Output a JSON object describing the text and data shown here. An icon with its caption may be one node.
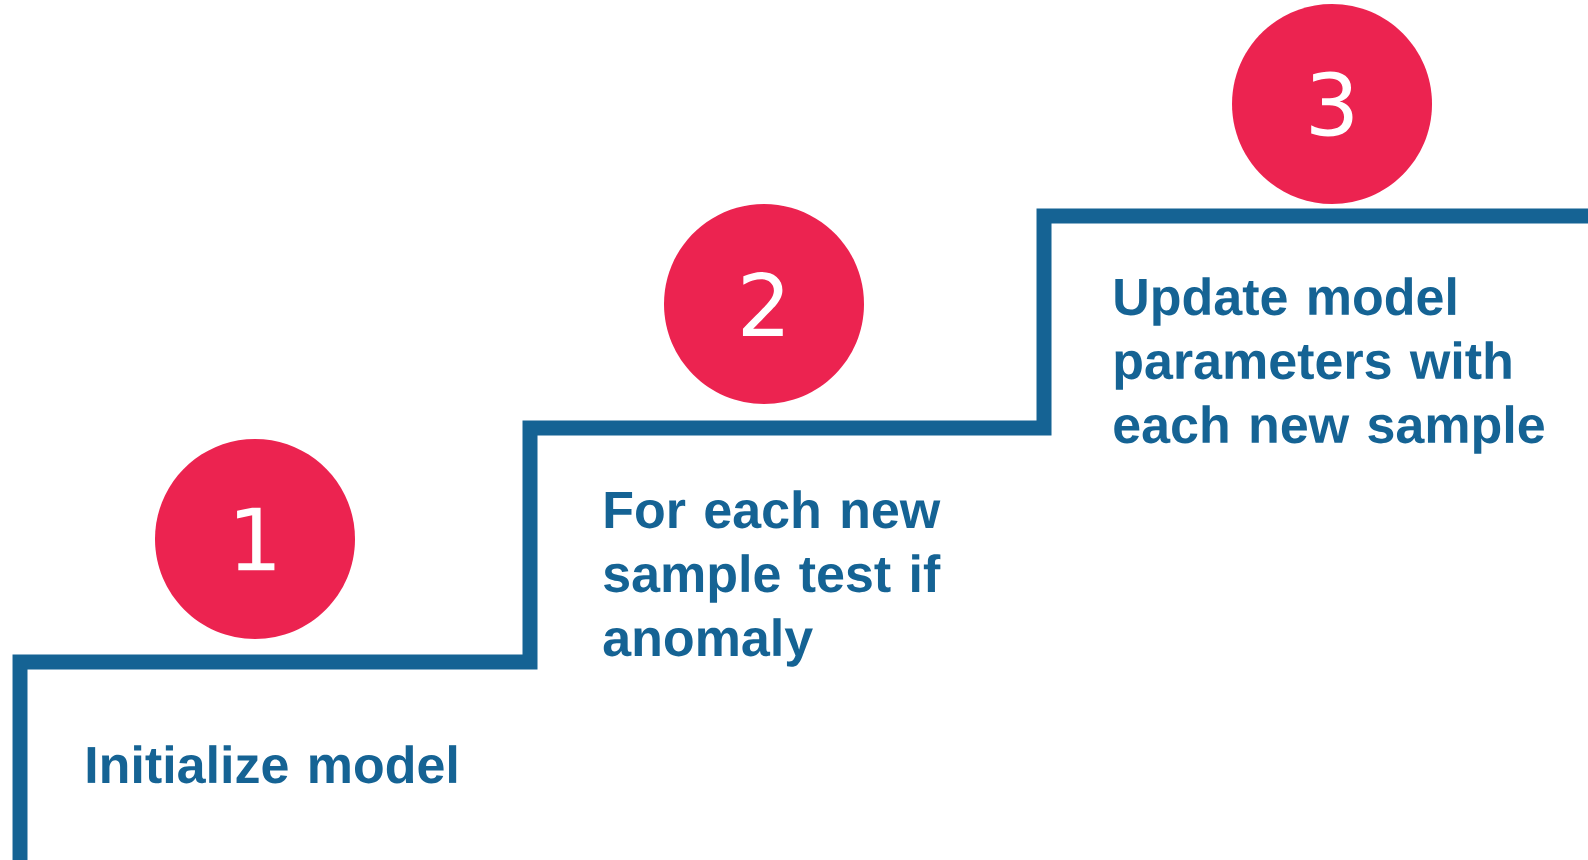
{
  "diagram": {
    "nodes": [
      {
        "text": [
          "1"
        ],
        "beside": [
          "Initialize model"
        ]
      },
      {
        "text": [
          "2"
        ],
        "beside": [
          "For each new sample test if anomaly"
        ]
      },
      {
        "text": [
          "3"
        ],
        "beside": [
          "Update model parameters with each new sample"
        ]
      }
    ]
  }
}
